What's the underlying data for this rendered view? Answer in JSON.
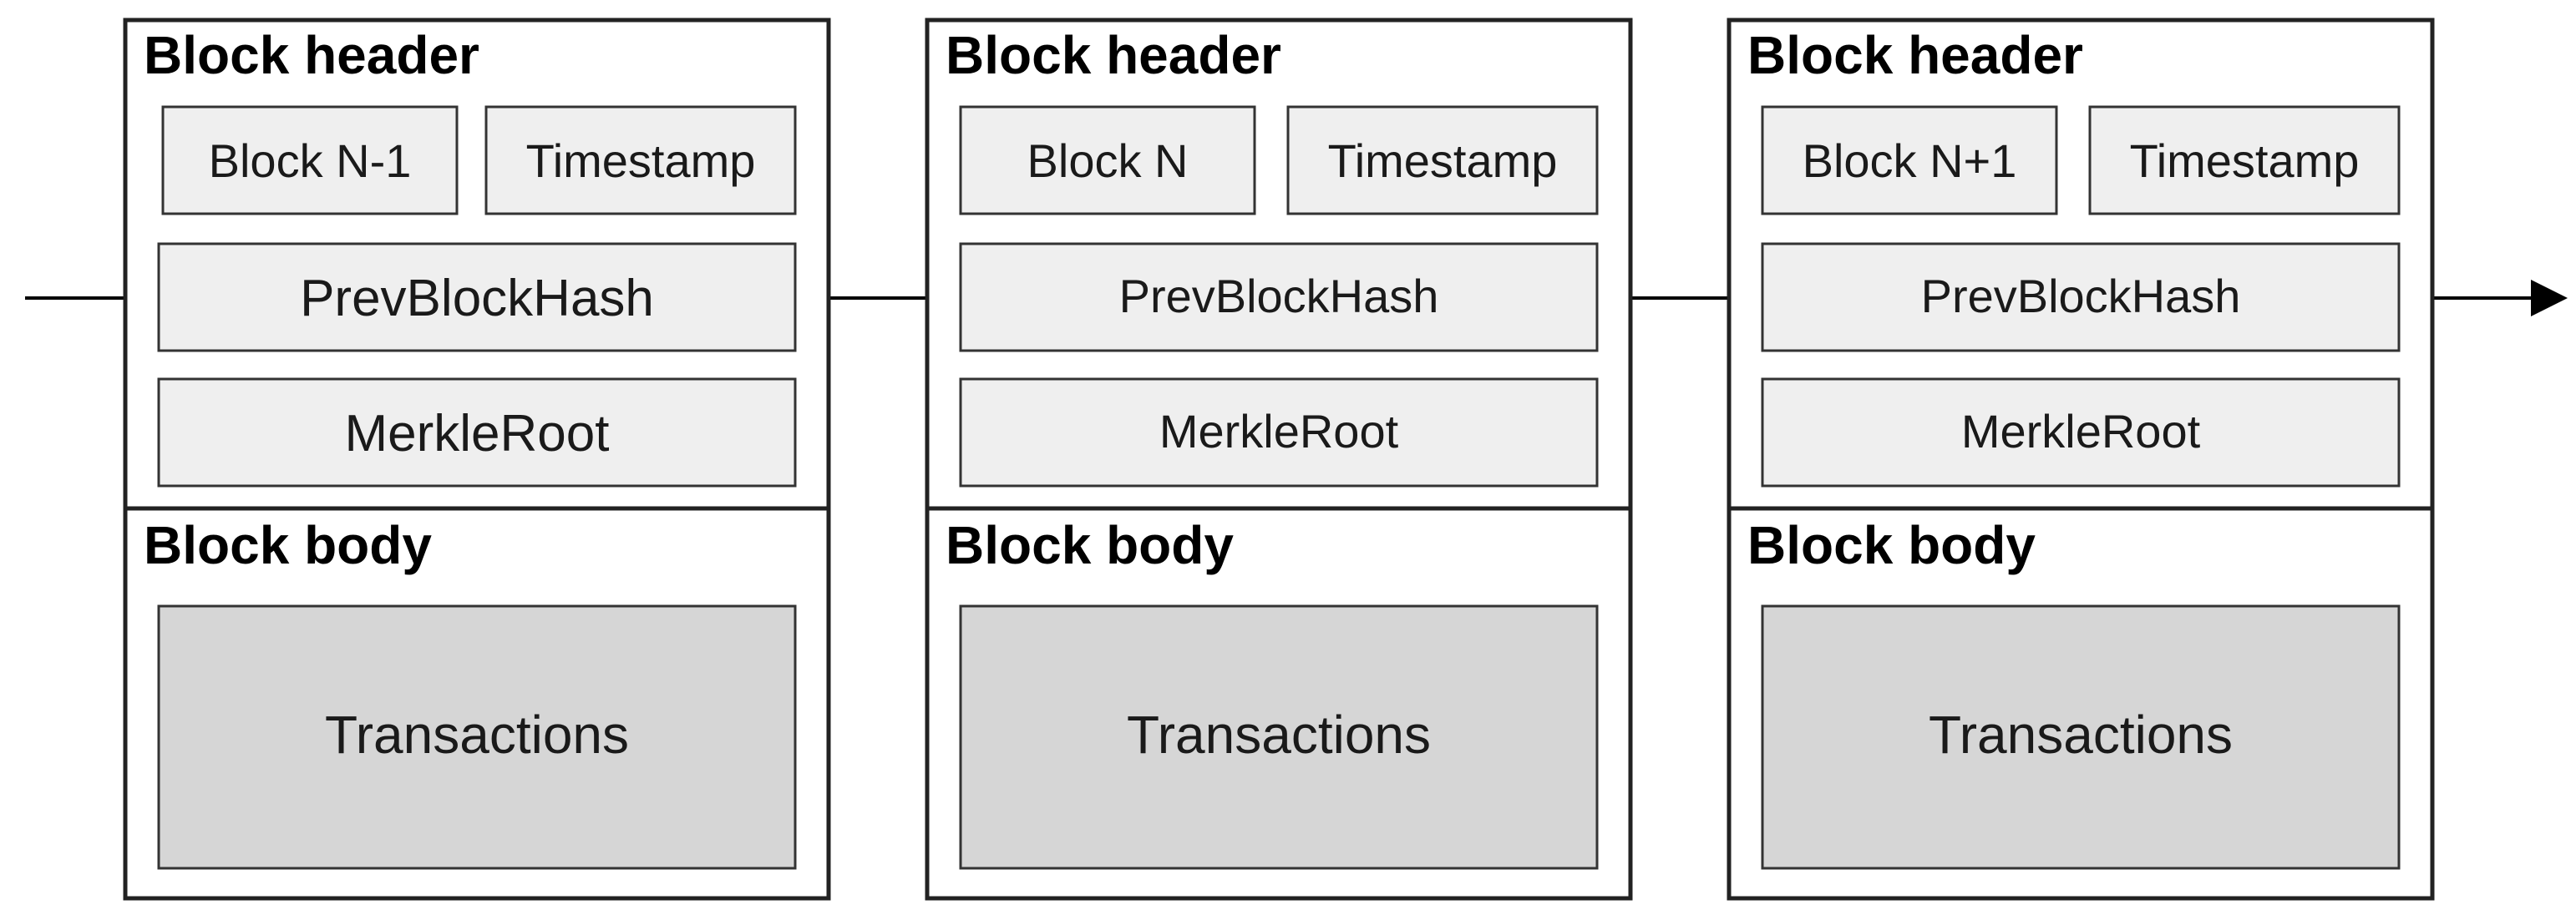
{
  "diagram": {
    "blocks": [
      {
        "header_title": "Block header",
        "block_id": "Block N-1",
        "timestamp": "Timestamp",
        "prev_hash": "PrevBlockHash",
        "merkle_root": "MerkleRoot",
        "body_title": "Block body",
        "transactions": "Transactions"
      },
      {
        "header_title": "Block header",
        "block_id": "Block N",
        "timestamp": "Timestamp",
        "prev_hash": "PrevBlockHash",
        "merkle_root": "MerkleRoot",
        "body_title": "Block body",
        "transactions": "Transactions"
      },
      {
        "header_title": "Block header",
        "block_id": "Block N+1",
        "timestamp": "Timestamp",
        "prev_hash": "PrevBlockHash",
        "merkle_root": "MerkleRoot",
        "body_title": "Block body",
        "transactions": "Transactions"
      }
    ],
    "colors": {
      "field_fill": "#efefef",
      "transactions_fill": "#d6d6d6",
      "border": "#222222",
      "arrow": "#000000"
    }
  }
}
